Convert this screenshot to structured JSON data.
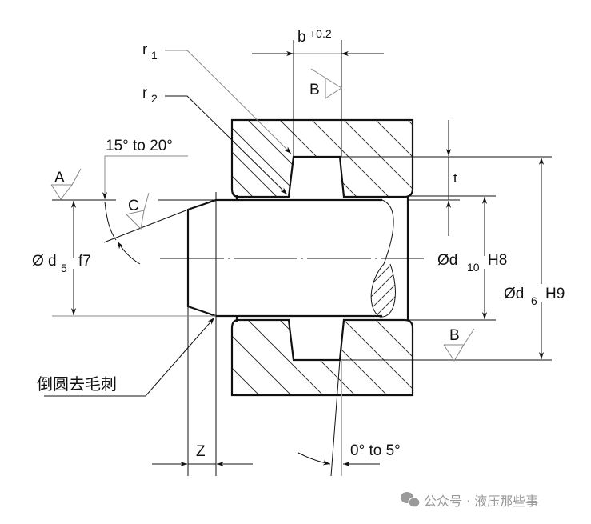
{
  "drawing": {
    "labels": {
      "b_dim": "b",
      "b_tol": "+0.2",
      "r1": "r",
      "r1_sub": "1",
      "r2": "r",
      "r2_sub": "2",
      "surface_B_top": "B",
      "angle_chamfer": "15° to 20°",
      "surface_A": "A",
      "surface_C": "C",
      "d5": "Ø d",
      "d5_sub": "5",
      "d5_fit": "f7",
      "t_dim": "t",
      "d10": "Ød",
      "d10_sub": "10",
      "d10_fit": "H8",
      "d6": "Ød",
      "d6_sub": "6",
      "d6_fit": "H9",
      "surface_B_bottom": "B",
      "deburr_note": "倒圆去毛刺",
      "z_dim": "Z",
      "angle_groove": "0° to 5°"
    }
  },
  "watermark": {
    "icon": "wechat-icon",
    "text": "公众号 · 液压那些事",
    "color": "#9a9a9a"
  }
}
